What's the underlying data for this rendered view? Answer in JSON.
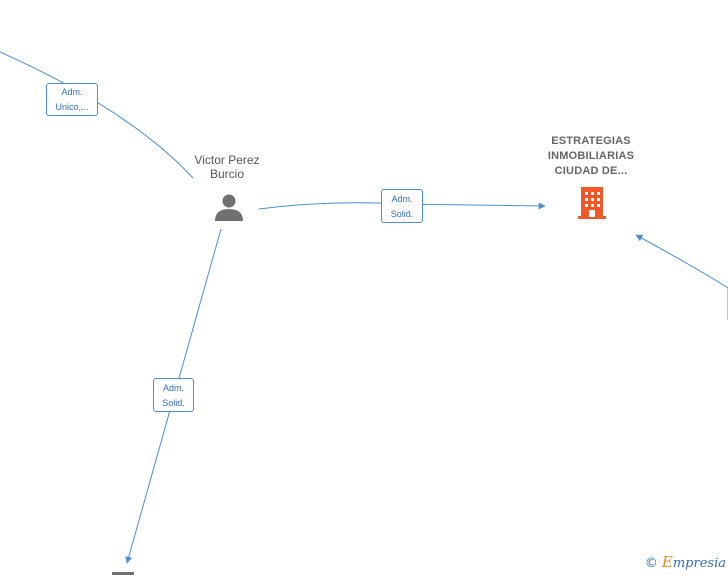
{
  "nodes": {
    "person": {
      "name_line1": "Victor Perez",
      "name_line2": "Burcio"
    },
    "company": {
      "name_line1": "ESTRATEGIAS",
      "name_line2": "INMOBILIARIAS",
      "name_line3": "CIUDAD DE..."
    }
  },
  "edges": {
    "top_left": {
      "line1": "Adm.",
      "line2": "Unico,..."
    },
    "person_to_company": {
      "line1": "Adm.",
      "line2": "Solid."
    },
    "person_to_bottom": {
      "line1": "Adm.",
      "line2": "Solid."
    }
  },
  "watermark": {
    "copyright": "©",
    "brand_initial": "E",
    "brand_rest": "mpresia"
  },
  "colors": {
    "edge": "#4a8ed8",
    "person_icon": "#707070",
    "company_icon": "#f0582a"
  },
  "icons": {
    "person": "person-icon",
    "company": "building-icon"
  }
}
